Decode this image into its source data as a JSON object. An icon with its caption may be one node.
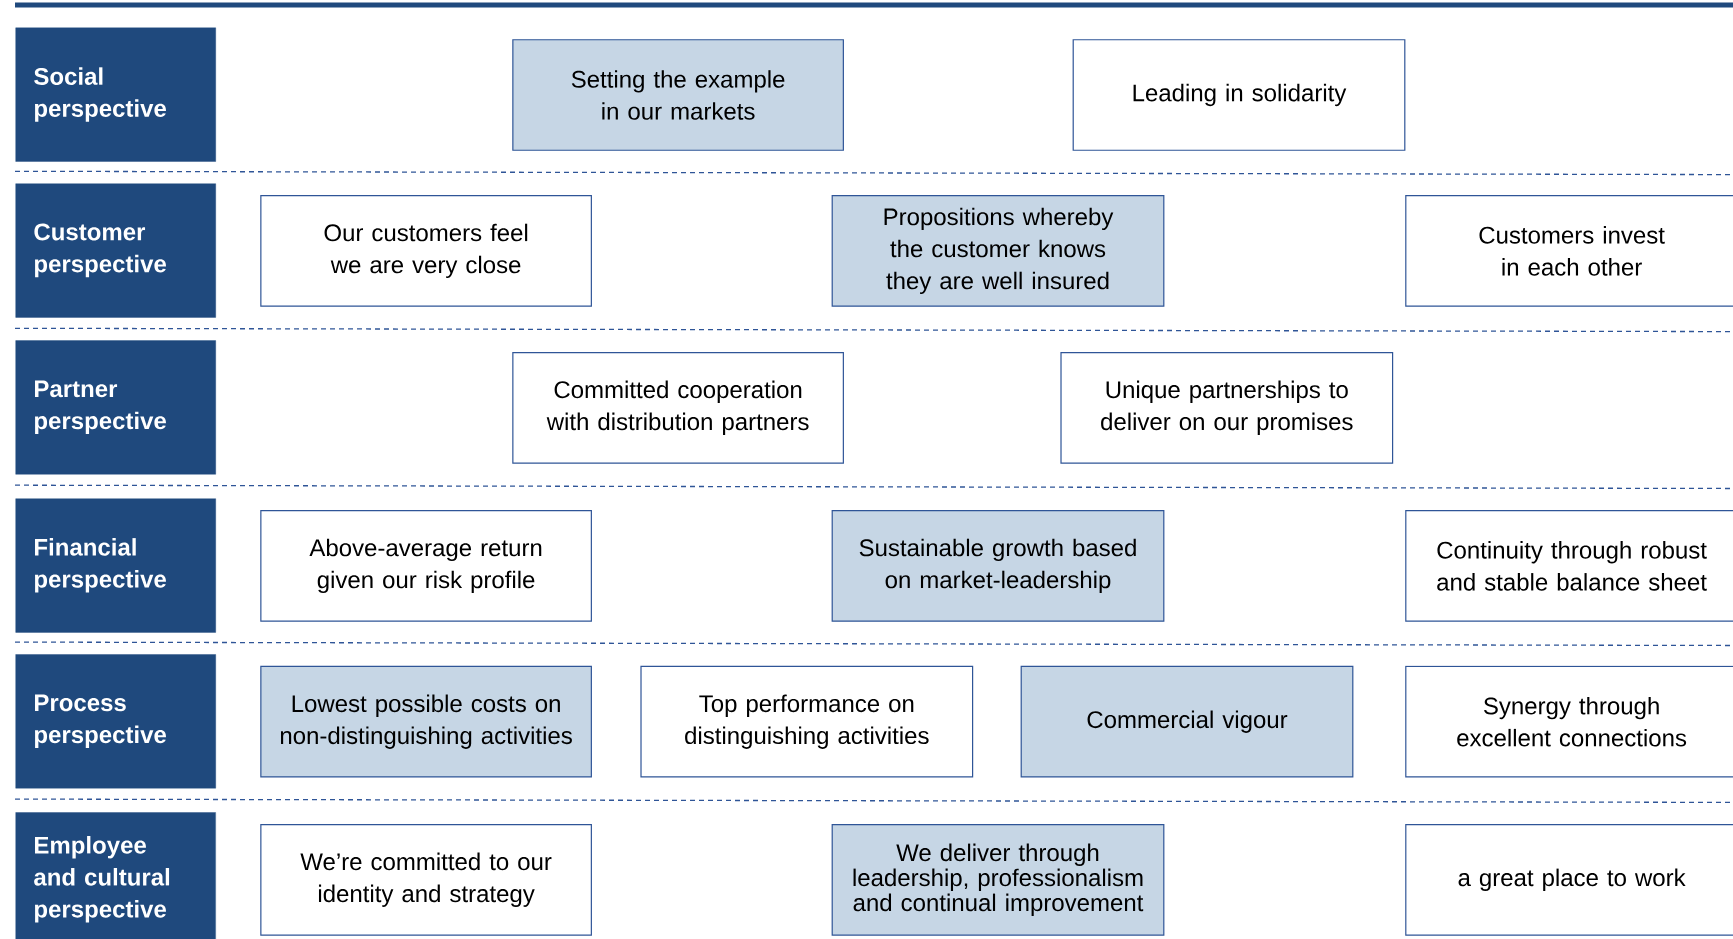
{
  "diagram": {
    "nodes": [
      {
        "text": [
          "Social perspective"
        ]
      },
      {
        "text": [
          "Setting the example in our markets"
        ]
      },
      {
        "text": [
          "Leading in solidarity"
        ]
      },
      {
        "text": [
          "Customer perspective"
        ]
      },
      {
        "text": [
          "Our customers feel we are very close"
        ]
      },
      {
        "text": [
          "Propositions whereby the customer knows they are well insured"
        ]
      },
      {
        "text": [
          "Customers invest in each other"
        ]
      },
      {
        "text": [
          "Partner perspective"
        ]
      },
      {
        "text": [
          "Committed cooperation with distribution partners"
        ]
      },
      {
        "text": [
          "Unique partnerships to deliver on our promises"
        ]
      },
      {
        "text": [
          "Financial perspective"
        ]
      },
      {
        "text": [
          "Above-average return given our risk profile"
        ]
      },
      {
        "text": [
          "Sustainable growth based on market-leadership"
        ]
      },
      {
        "text": [
          "Continuity through robust and stable balance sheet"
        ]
      },
      {
        "text": [
          "Process perspective"
        ]
      },
      {
        "text": [
          "Lowest possible costs on non-distinguishing activities"
        ]
      },
      {
        "text": [
          "Top performance on distinguishing activities"
        ]
      },
      {
        "text": [
          "Commercial vigour"
        ]
      },
      {
        "text": [
          "Synergy through excellent connections"
        ]
      },
      {
        "text": [
          "Employee and cultural perspective"
        ]
      },
      {
        "text": [
          "We’re committed to our identity and strategy"
        ]
      },
      {
        "text": [
          "We deliver through leadership, professionalism and continual improvement"
        ]
      },
      {
        "text": [
          "a great place to work"
        ]
      }
    ]
  }
}
